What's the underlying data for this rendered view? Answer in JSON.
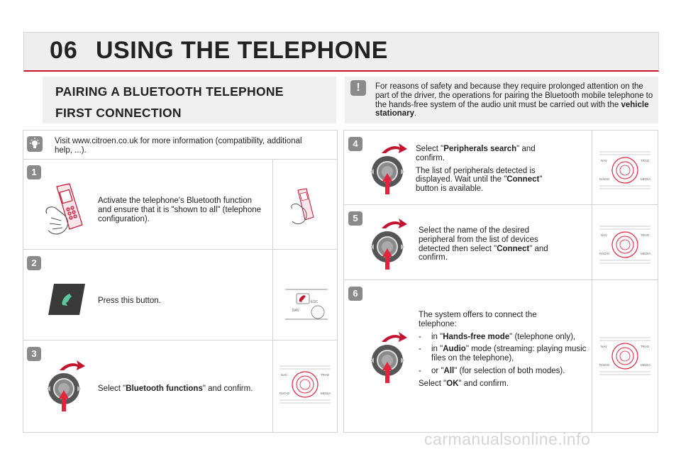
{
  "chapter": {
    "number": "06",
    "title": "USING THE TELEPHONE"
  },
  "section": {
    "title_line1": "PAIRING A BLUETOOTH TELEPHONE",
    "title_line2": "FIRST CONNECTION"
  },
  "warning": {
    "icon": "!",
    "text": "For reasons of safety and because they require prolonged attention on the part of the driver, the operations for pairing the Bluetooth mobile telephone to the hands-free system of the audio unit must be carried out with the ",
    "bold": "vehicle stationary",
    "end": "."
  },
  "info": {
    "text": "Visit www.citroen.co.uk for more information (compatibility, additional help, ...)."
  },
  "steps": {
    "s1": {
      "num": "1",
      "text": "Activate the telephone's Bluetooth function and ensure that it is \"shown to all\" (telephone configuration)."
    },
    "s2": {
      "num": "2",
      "text": "Press this button."
    },
    "s3": {
      "num": "3",
      "pre": "Select \"",
      "bold": "Bluetooth functions",
      "post": "\" and confirm."
    },
    "s4": {
      "num": "4",
      "pre": "Select \"",
      "bold": "Peripherals search",
      "post": "\" and confirm.",
      "p2pre": "The list of peripherals detected is displayed. Wait until the \"",
      "p2bold": "Connect",
      "p2post": "\" button is available."
    },
    "s5": {
      "num": "5",
      "pre": "Select the name of the desired peripheral from the list of devices detected then select \"",
      "bold": "Connect",
      "post": "\" and confirm."
    },
    "s6": {
      "num": "6",
      "intro": "The system offers to connect the telephone:",
      "items": [
        {
          "dash": "-",
          "pre": "in \"",
          "bold": "Hands-free mode",
          "post": "\" (telephone only),"
        },
        {
          "dash": "-",
          "pre": "in \"",
          "bold": "Audio",
          "post": "\" mode (streaming: playing music files on the telephone),"
        },
        {
          "dash": "-",
          "pre": "or \"",
          "bold": "All",
          "post": "\" (for selection of both modes)."
        }
      ],
      "endpre": "Select \"",
      "endbold": "OK",
      "endpost": "\" and confirm."
    }
  },
  "panel_labels": {
    "nav": "NAV",
    "trad": "TRAD",
    "radio": "RADIO",
    "media": "MEDIA",
    "esc": "ESC"
  },
  "watermark": "carmanualsonline.info",
  "colors": {
    "accent": "#c4122f",
    "badge": "#8a8a8a"
  }
}
